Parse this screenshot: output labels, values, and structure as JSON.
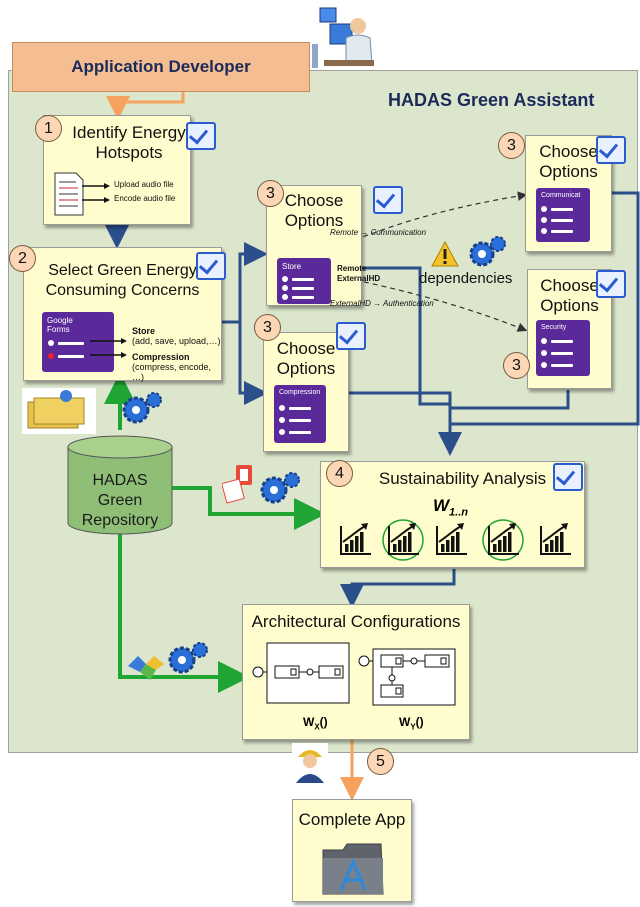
{
  "header": {
    "app_developer": "Application Developer",
    "title": "HADAS Green Assistant"
  },
  "step1": {
    "number": "1",
    "title_line1": "Identify Energy",
    "title_line2": "Hotspots",
    "items": [
      "Upload audio file",
      "Encode audio file"
    ]
  },
  "step2": {
    "number": "2",
    "title_line1": "Select Green Energy",
    "title_line2": "Consuming Concerns",
    "form_header_line1": "Google",
    "form_header_line2": "Forms",
    "concern1_name": "Store",
    "concern1_detail": "(add, save, upload,…)",
    "concern2_name": "Compression",
    "concern2_detail": "(compress, encode, …)"
  },
  "step3_store": {
    "number": "3",
    "title_line1": "Choose",
    "title_line2": "Options",
    "form_header": "Store",
    "opt1": "Remote",
    "opt2": "ExternalHD",
    "note_top": "Remote → Communication",
    "note_bottom": "ExternalHD → Authentication"
  },
  "step3_compression": {
    "number": "3",
    "title_line1": "Choose",
    "title_line2": "Options",
    "form_header": "Compression"
  },
  "step3_communication": {
    "number": "3",
    "title_line1": "Choose",
    "title_line2": "Options",
    "form_header": "Communicat"
  },
  "step3_security": {
    "number": "3",
    "title_line1": "Choose",
    "title_line2": "Options",
    "form_header": "Security"
  },
  "dependencies": {
    "label": "dependencies"
  },
  "repository": {
    "line1": "HADAS",
    "line2": "Green",
    "line3": "Repository"
  },
  "step4": {
    "number": "4",
    "title": "Sustainability Analysis",
    "weight_main": "W",
    "weight_sub": "1..n"
  },
  "architecture": {
    "title": "Architectural Configurations",
    "wx_main": "W",
    "wx_sub": "X",
    "wy_main": "W",
    "wy_sub": "Y",
    "suffix": "()"
  },
  "step5": {
    "number": "5"
  },
  "complete_app": {
    "title": "Complete App"
  },
  "colors": {
    "frame_bg": "#dce6cc",
    "box_bg": "#fffccd",
    "appdev_bg": "#f5be92",
    "arrow_blue": "#2b4f8a",
    "arrow_green": "#1fa533",
    "arrow_orange": "#f5a25e",
    "form_purple": "#5a2a9a"
  }
}
